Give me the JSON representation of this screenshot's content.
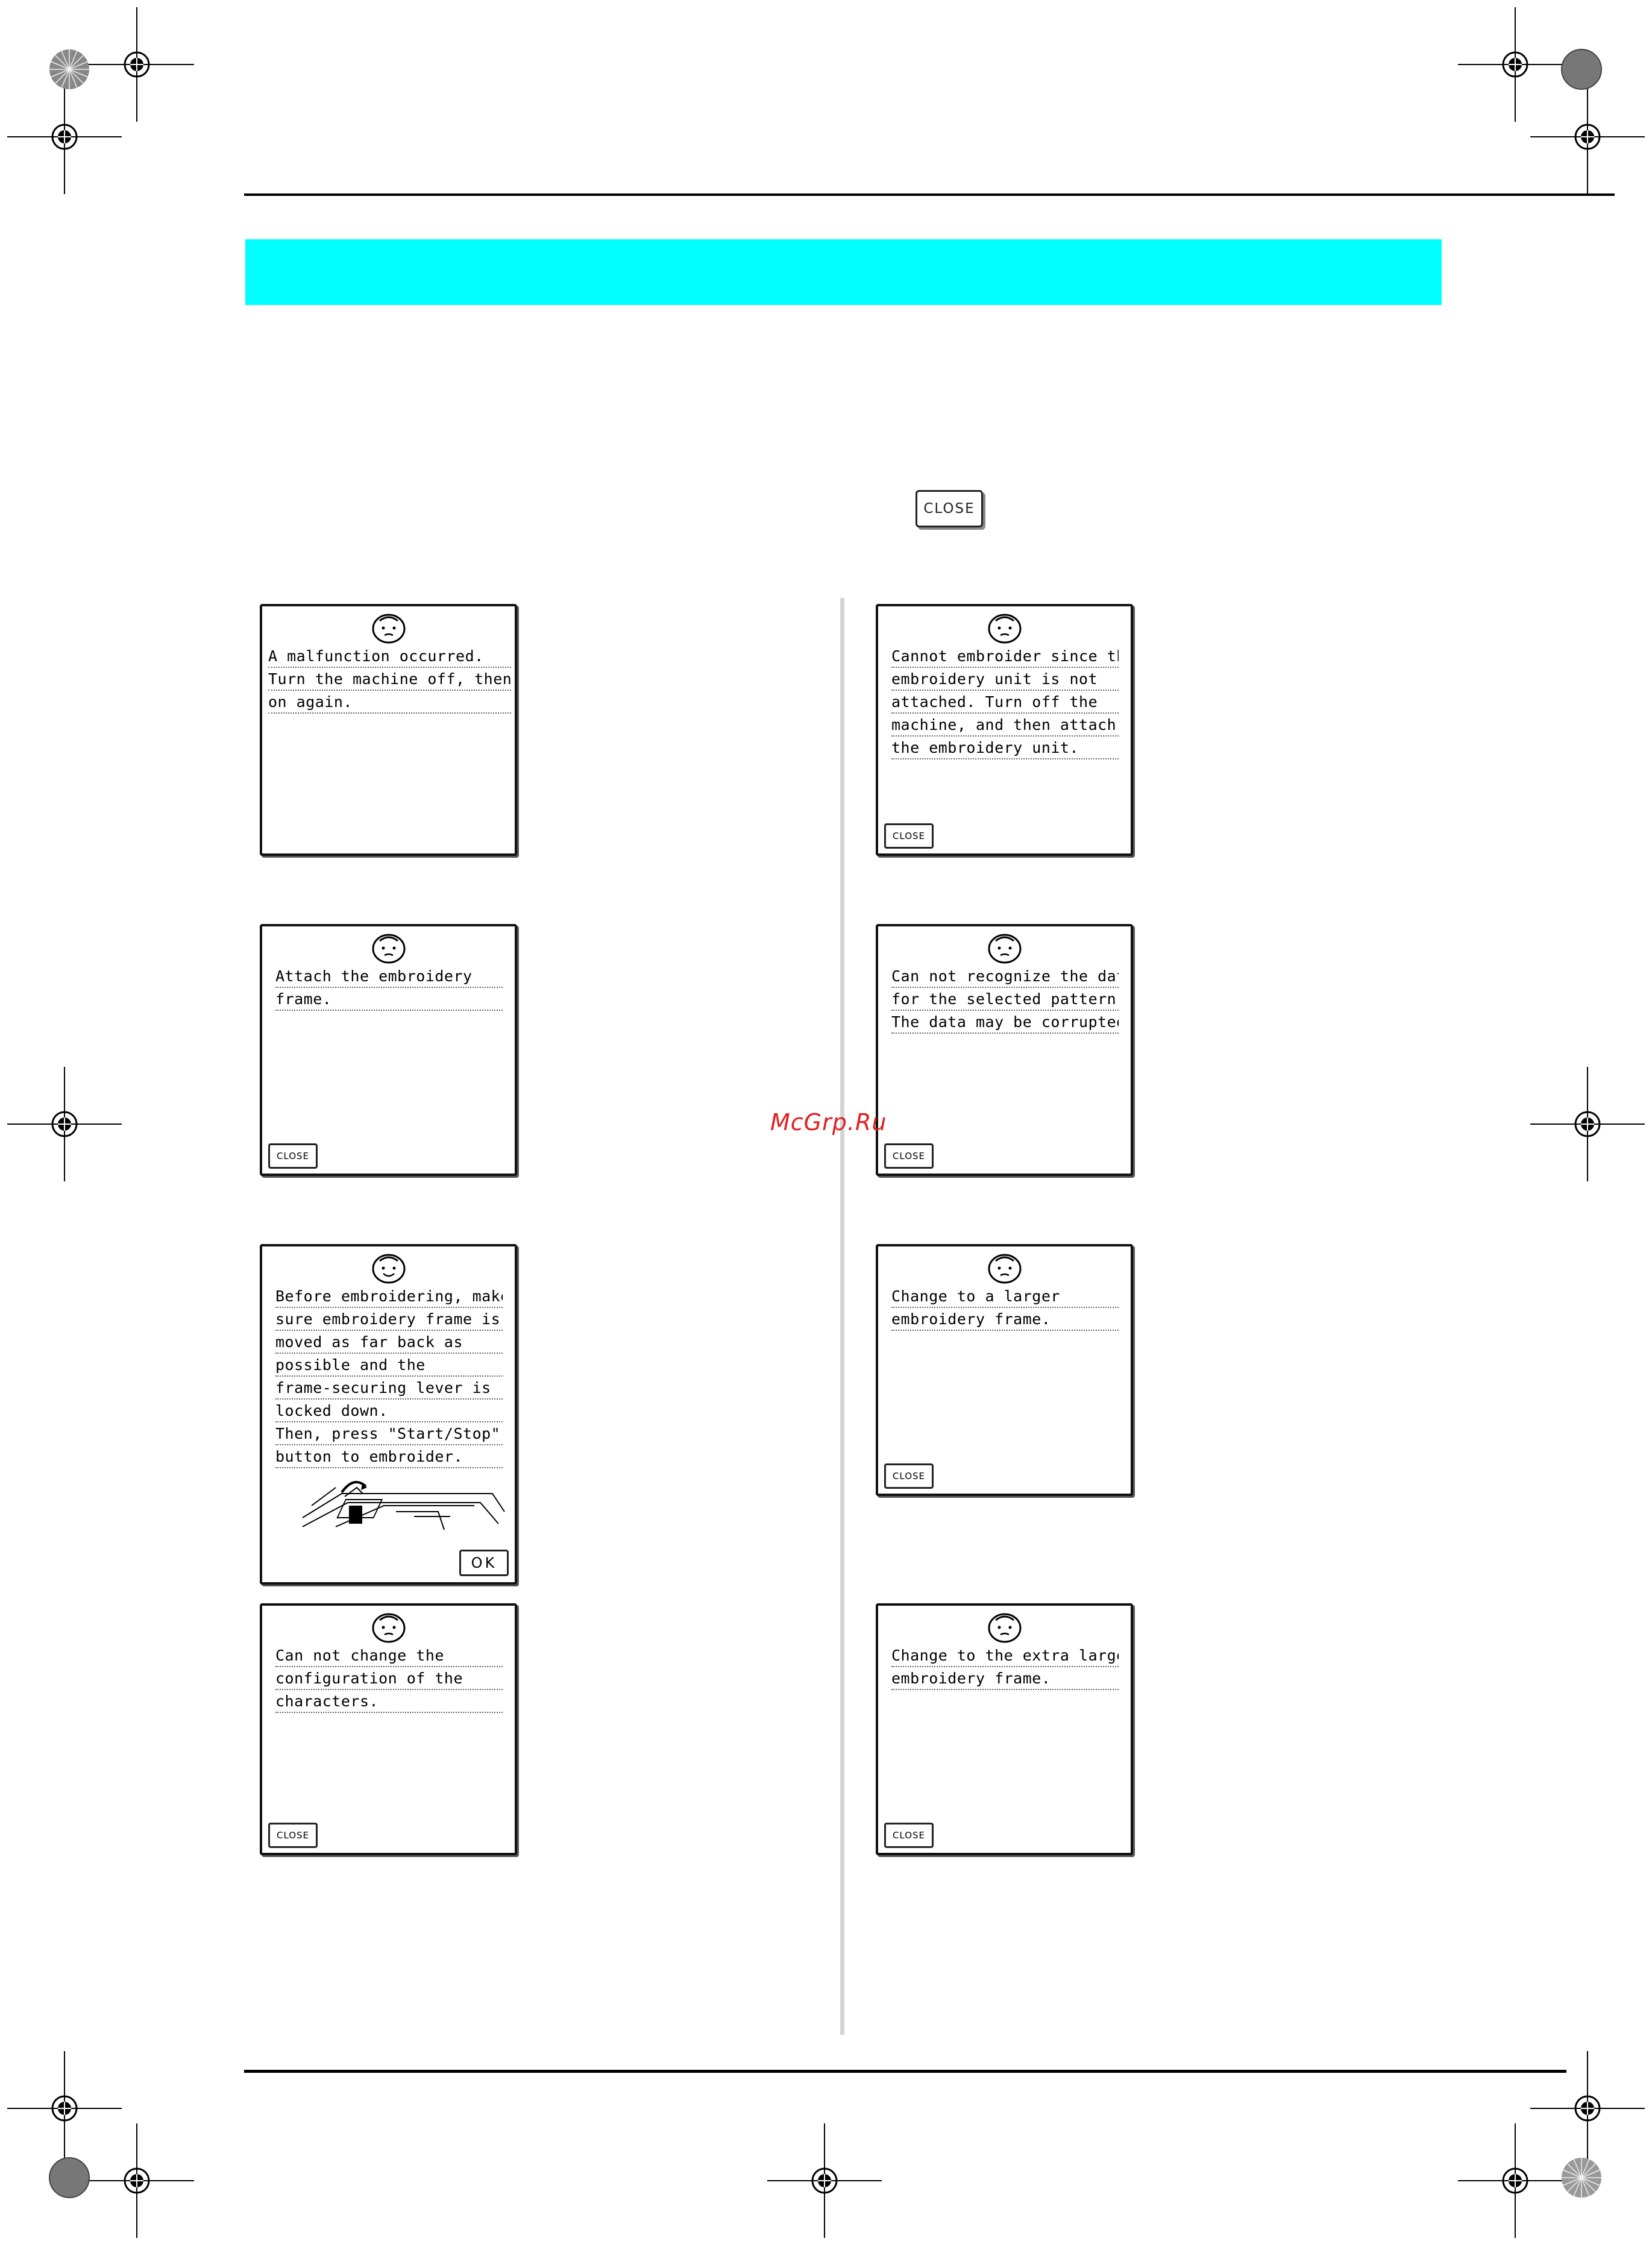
{
  "buttons": {
    "close_label": "CLOSE",
    "ok_label": "OK"
  },
  "watermark": "McGrp.Ru",
  "dialogs": {
    "malfunction": {
      "lines": [
        "A malfunction occurred.",
        "Turn the machine off, then",
        "on again."
      ],
      "icon": "face-icon"
    },
    "attach_frame": {
      "lines": [
        "Attach the embroidery",
        "frame."
      ],
      "icon": "face-icon"
    },
    "before_embroidering": {
      "lines": [
        "Before embroidering, make",
        "sure embroidery frame is",
        "moved as far back as",
        "possible and the",
        "frame-securing lever is",
        "locked down.",
        "Then, press \"Start/Stop\"",
        "button to embroider."
      ],
      "icon": "face-icon"
    },
    "cannot_change_config": {
      "lines": [
        "Can not change the",
        "configuration of the",
        "characters."
      ],
      "icon": "face-icon"
    },
    "unit_not_attached": {
      "lines": [
        "Cannot embroider since the",
        "embroidery unit is not",
        "attached. Turn off the",
        "machine, and then attach",
        "the embroidery unit."
      ],
      "icon": "face-icon"
    },
    "data_corrupted": {
      "lines": [
        "Can not recognize the data",
        "for the selected pattern.",
        "The data may be corrupted."
      ],
      "icon": "face-icon"
    },
    "larger_frame": {
      "lines": [
        "Change to a larger",
        "embroidery frame."
      ],
      "icon": "face-icon"
    },
    "extra_large_frame": {
      "lines": [
        "Change to the extra large",
        "embroidery frame."
      ],
      "icon": "face-icon"
    }
  }
}
